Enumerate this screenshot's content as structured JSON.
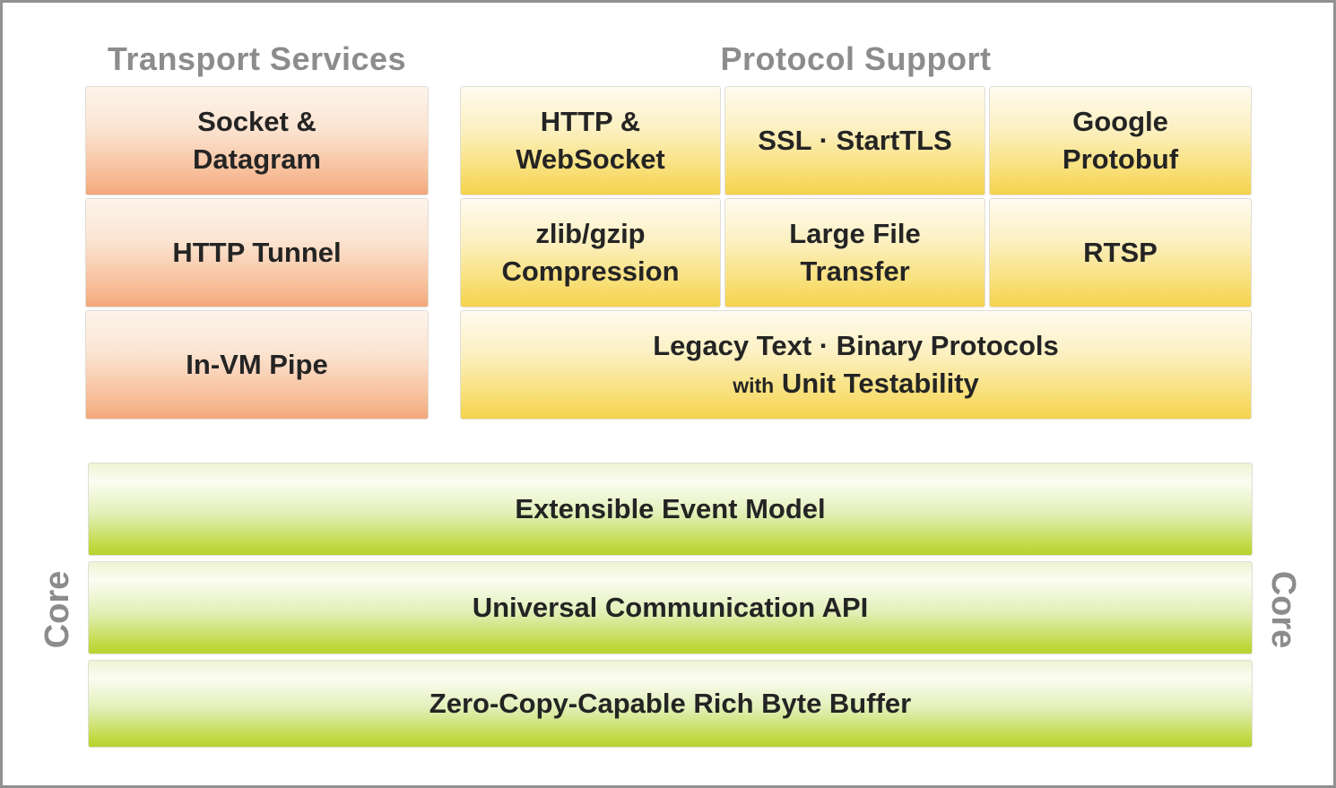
{
  "diagram": {
    "title_left": "Transport Services",
    "title_right": "Protocol Support",
    "colors": {
      "transport_accent": "#f3a77a",
      "protocol_accent": "#f5d24d",
      "core_accent": "#bfd83e",
      "heading_gray": "#8c8c8c",
      "box_text": "#242424",
      "page_border": "#919191"
    },
    "transport": {
      "boxes": [
        {
          "id": "socket-datagram",
          "lines": [
            "Socket &",
            "Datagram"
          ]
        },
        {
          "id": "http-tunnel",
          "lines": [
            "HTTP Tunnel"
          ]
        },
        {
          "id": "in-vm-pipe",
          "lines": [
            "In-VM Pipe"
          ]
        }
      ]
    },
    "protocol": {
      "grid": [
        {
          "id": "http-websocket",
          "lines": [
            "HTTP &",
            "WebSocket"
          ]
        },
        {
          "id": "ssl-starttls",
          "lines": [
            "SSL · StartTLS"
          ]
        },
        {
          "id": "google-protobuf",
          "lines": [
            "Google",
            "Protobuf"
          ]
        },
        {
          "id": "zlib-gzip-compression",
          "lines": [
            "zlib/gzip",
            "Compression"
          ]
        },
        {
          "id": "large-file-transfer",
          "lines": [
            "Large File",
            "Transfer"
          ]
        },
        {
          "id": "rtsp",
          "lines": [
            "RTSP"
          ]
        }
      ],
      "wide_box": {
        "line1": "Legacy Text · Binary Protocols",
        "line2_prefix": "with",
        "line2_main": "Unit Testability"
      }
    },
    "core": {
      "left_label": "Core",
      "right_label": "Core",
      "rows": [
        "Extensible Event Model",
        "Universal Communication API",
        "Zero-Copy-Capable Rich Byte Buffer"
      ]
    }
  }
}
